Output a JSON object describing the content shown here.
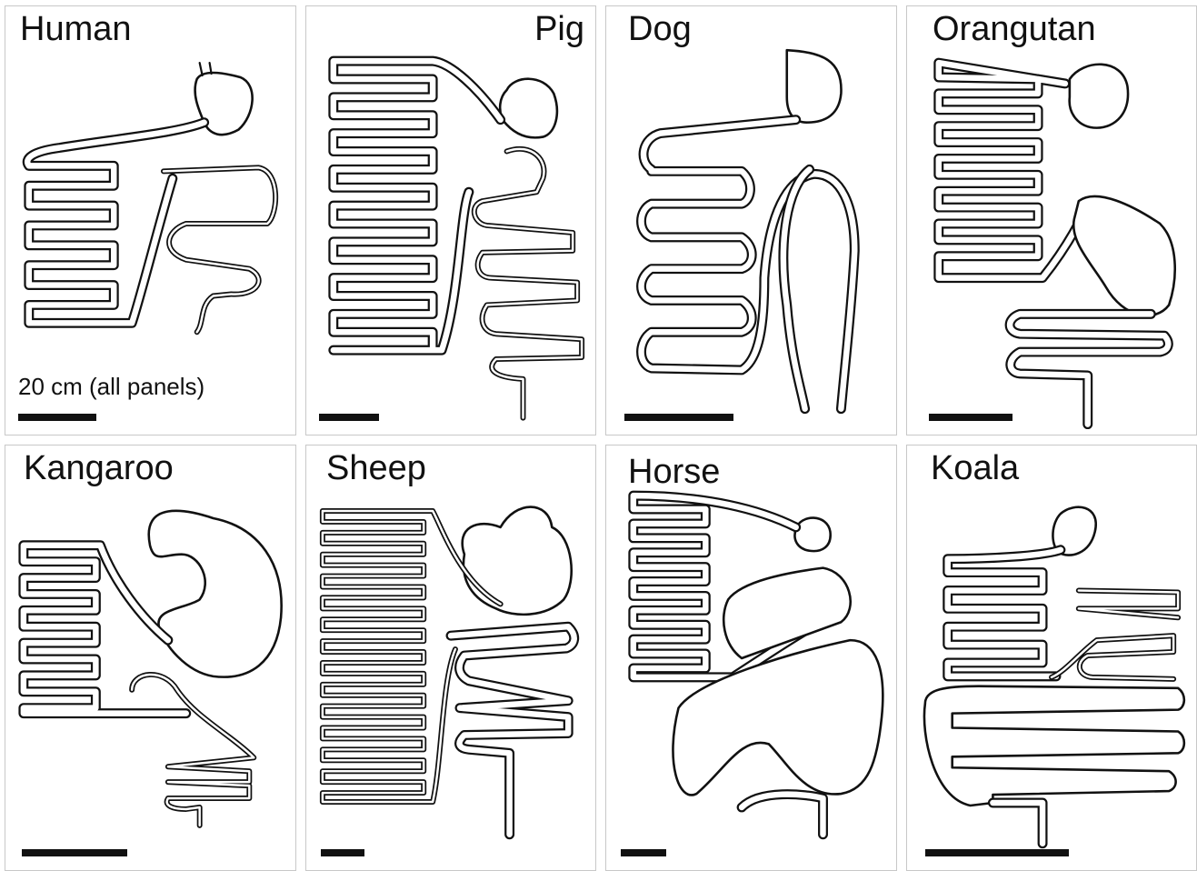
{
  "panels": [
    {
      "id": "human",
      "label": "Human"
    },
    {
      "id": "pig",
      "label": "Pig"
    },
    {
      "id": "dog",
      "label": "Dog"
    },
    {
      "id": "orangutan",
      "label": "Orangutan"
    },
    {
      "id": "kangaroo",
      "label": "Kangaroo"
    },
    {
      "id": "sheep",
      "label": "Sheep"
    },
    {
      "id": "horse",
      "label": "Horse"
    },
    {
      "id": "koala",
      "label": "Koala"
    }
  ],
  "scale_note": "20 cm (all panels)"
}
